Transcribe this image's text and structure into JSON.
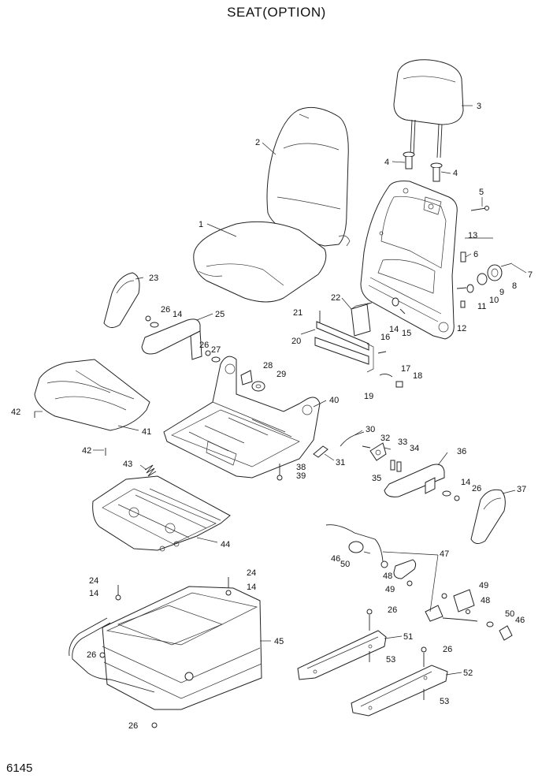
{
  "title": "SEAT(OPTION)",
  "page_code": "6145",
  "callouts": [
    {
      "id": "c1",
      "text": "1"
    },
    {
      "id": "c2",
      "text": "2"
    },
    {
      "id": "c3",
      "text": "3"
    },
    {
      "id": "c4a",
      "text": "4"
    },
    {
      "id": "c4b",
      "text": "4"
    },
    {
      "id": "c5",
      "text": "5"
    },
    {
      "id": "c6",
      "text": "6"
    },
    {
      "id": "c7",
      "text": "7"
    },
    {
      "id": "c8",
      "text": "8"
    },
    {
      "id": "c9",
      "text": "9"
    },
    {
      "id": "c10",
      "text": "10"
    },
    {
      "id": "c11",
      "text": "11"
    },
    {
      "id": "c12",
      "text": "12"
    },
    {
      "id": "c13",
      "text": "13"
    },
    {
      "id": "c14a",
      "text": "14"
    },
    {
      "id": "c14b",
      "text": "14"
    },
    {
      "id": "c14c",
      "text": "14"
    },
    {
      "id": "c14d",
      "text": "14"
    },
    {
      "id": "c14e",
      "text": "14"
    },
    {
      "id": "c15",
      "text": "15"
    },
    {
      "id": "c16",
      "text": "16"
    },
    {
      "id": "c17",
      "text": "17"
    },
    {
      "id": "c18",
      "text": "18"
    },
    {
      "id": "c19",
      "text": "19"
    },
    {
      "id": "c20",
      "text": "20"
    },
    {
      "id": "c21",
      "text": "21"
    },
    {
      "id": "c22",
      "text": "22"
    },
    {
      "id": "c23",
      "text": "23"
    },
    {
      "id": "c24a",
      "text": "24"
    },
    {
      "id": "c24b",
      "text": "24"
    },
    {
      "id": "c25",
      "text": "25"
    },
    {
      "id": "c26a",
      "text": "26"
    },
    {
      "id": "c26b",
      "text": "26"
    },
    {
      "id": "c26c",
      "text": "26"
    },
    {
      "id": "c26d",
      "text": "26"
    },
    {
      "id": "c26e",
      "text": "26"
    },
    {
      "id": "c26f",
      "text": "26"
    },
    {
      "id": "c26g",
      "text": "26"
    },
    {
      "id": "c27",
      "text": "27"
    },
    {
      "id": "c28",
      "text": "28"
    },
    {
      "id": "c29",
      "text": "29"
    },
    {
      "id": "c30",
      "text": "30"
    },
    {
      "id": "c31",
      "text": "31"
    },
    {
      "id": "c32",
      "text": "32"
    },
    {
      "id": "c33",
      "text": "33"
    },
    {
      "id": "c34",
      "text": "34"
    },
    {
      "id": "c35",
      "text": "35"
    },
    {
      "id": "c36",
      "text": "36"
    },
    {
      "id": "c37",
      "text": "37"
    },
    {
      "id": "c38",
      "text": "38"
    },
    {
      "id": "c39",
      "text": "39"
    },
    {
      "id": "c40",
      "text": "40"
    },
    {
      "id": "c41",
      "text": "41"
    },
    {
      "id": "c42a",
      "text": "42"
    },
    {
      "id": "c42b",
      "text": "42"
    },
    {
      "id": "c43",
      "text": "43"
    },
    {
      "id": "c44",
      "text": "44"
    },
    {
      "id": "c45",
      "text": "45"
    },
    {
      "id": "c46a",
      "text": "46"
    },
    {
      "id": "c46b",
      "text": "46"
    },
    {
      "id": "c47",
      "text": "47"
    },
    {
      "id": "c48a",
      "text": "48"
    },
    {
      "id": "c48b",
      "text": "48"
    },
    {
      "id": "c49a",
      "text": "49"
    },
    {
      "id": "c49b",
      "text": "49"
    },
    {
      "id": "c50a",
      "text": "50"
    },
    {
      "id": "c50b",
      "text": "50"
    },
    {
      "id": "c51",
      "text": "51"
    },
    {
      "id": "c52",
      "text": "52"
    },
    {
      "id": "c53a",
      "text": "53"
    },
    {
      "id": "c53b",
      "text": "53"
    }
  ]
}
